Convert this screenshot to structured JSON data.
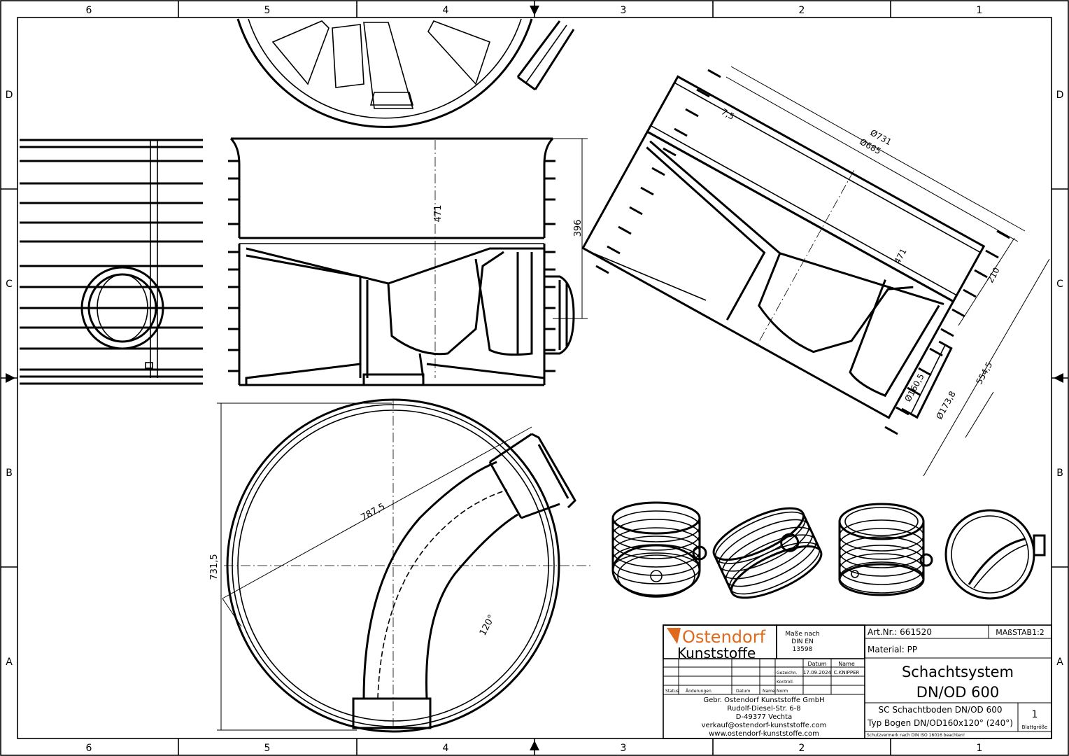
{
  "frame": {
    "columns": [
      "6",
      "5",
      "4",
      "3",
      "2",
      "1"
    ],
    "rows": [
      "D",
      "C",
      "B",
      "A"
    ]
  },
  "dimensions": {
    "d731": "Ø731",
    "d685": "Ø685",
    "d75": "7,5",
    "d471_rot": "471",
    "d210": "210",
    "d5545": "554,5",
    "d1605": "Ø160,5",
    "d1738": "Ø173,8",
    "d471": "471",
    "d396": "396",
    "d7875": "787,5",
    "d7315": "731,5",
    "d120": "120°"
  },
  "titleblock": {
    "logo_line1": "Ostendorf",
    "logo_line2": "Kunststoffe",
    "norm_label_1": "Maße nach",
    "norm_label_2": "DIN EN",
    "norm_label_3": "13598",
    "col_datum": "Datum",
    "col_name": "Name",
    "row_gezeichn": "Gezeichn.",
    "row_kontroll": "Kontroll.",
    "row_norm": "Norm",
    "date": "17.09.2024",
    "drawn_by": "C.KNIPPER",
    "status": "Status",
    "changes": "Änderungen",
    "datum2": "Datum",
    "name2": "Name",
    "company": "Gebr. Ostendorf Kunststoffe GmbH",
    "street": "Rudolf-Diesel-Str. 6-8",
    "city": "D-49377 Vechta",
    "email": "verkauf@ostendorf-kunststoffe.com",
    "web": "www.ostendorf-kunststoffe.com",
    "art_nr": "Art.Nr.: 661520",
    "scale": "MAßSTAB1:2",
    "material": "Material: PP",
    "title_1": "Schachtsystem",
    "title_2": "DN/OD 600",
    "subtitle_1": "SC Schachtboden DN/OD 600",
    "subtitle_2": "Typ Bogen DN/OD160x120° (240°)",
    "sheet_no": "1",
    "sheet_label": "Blattgröße",
    "copyright": "Schutzvermerk nach DIN ISO 16016 beachten!"
  }
}
